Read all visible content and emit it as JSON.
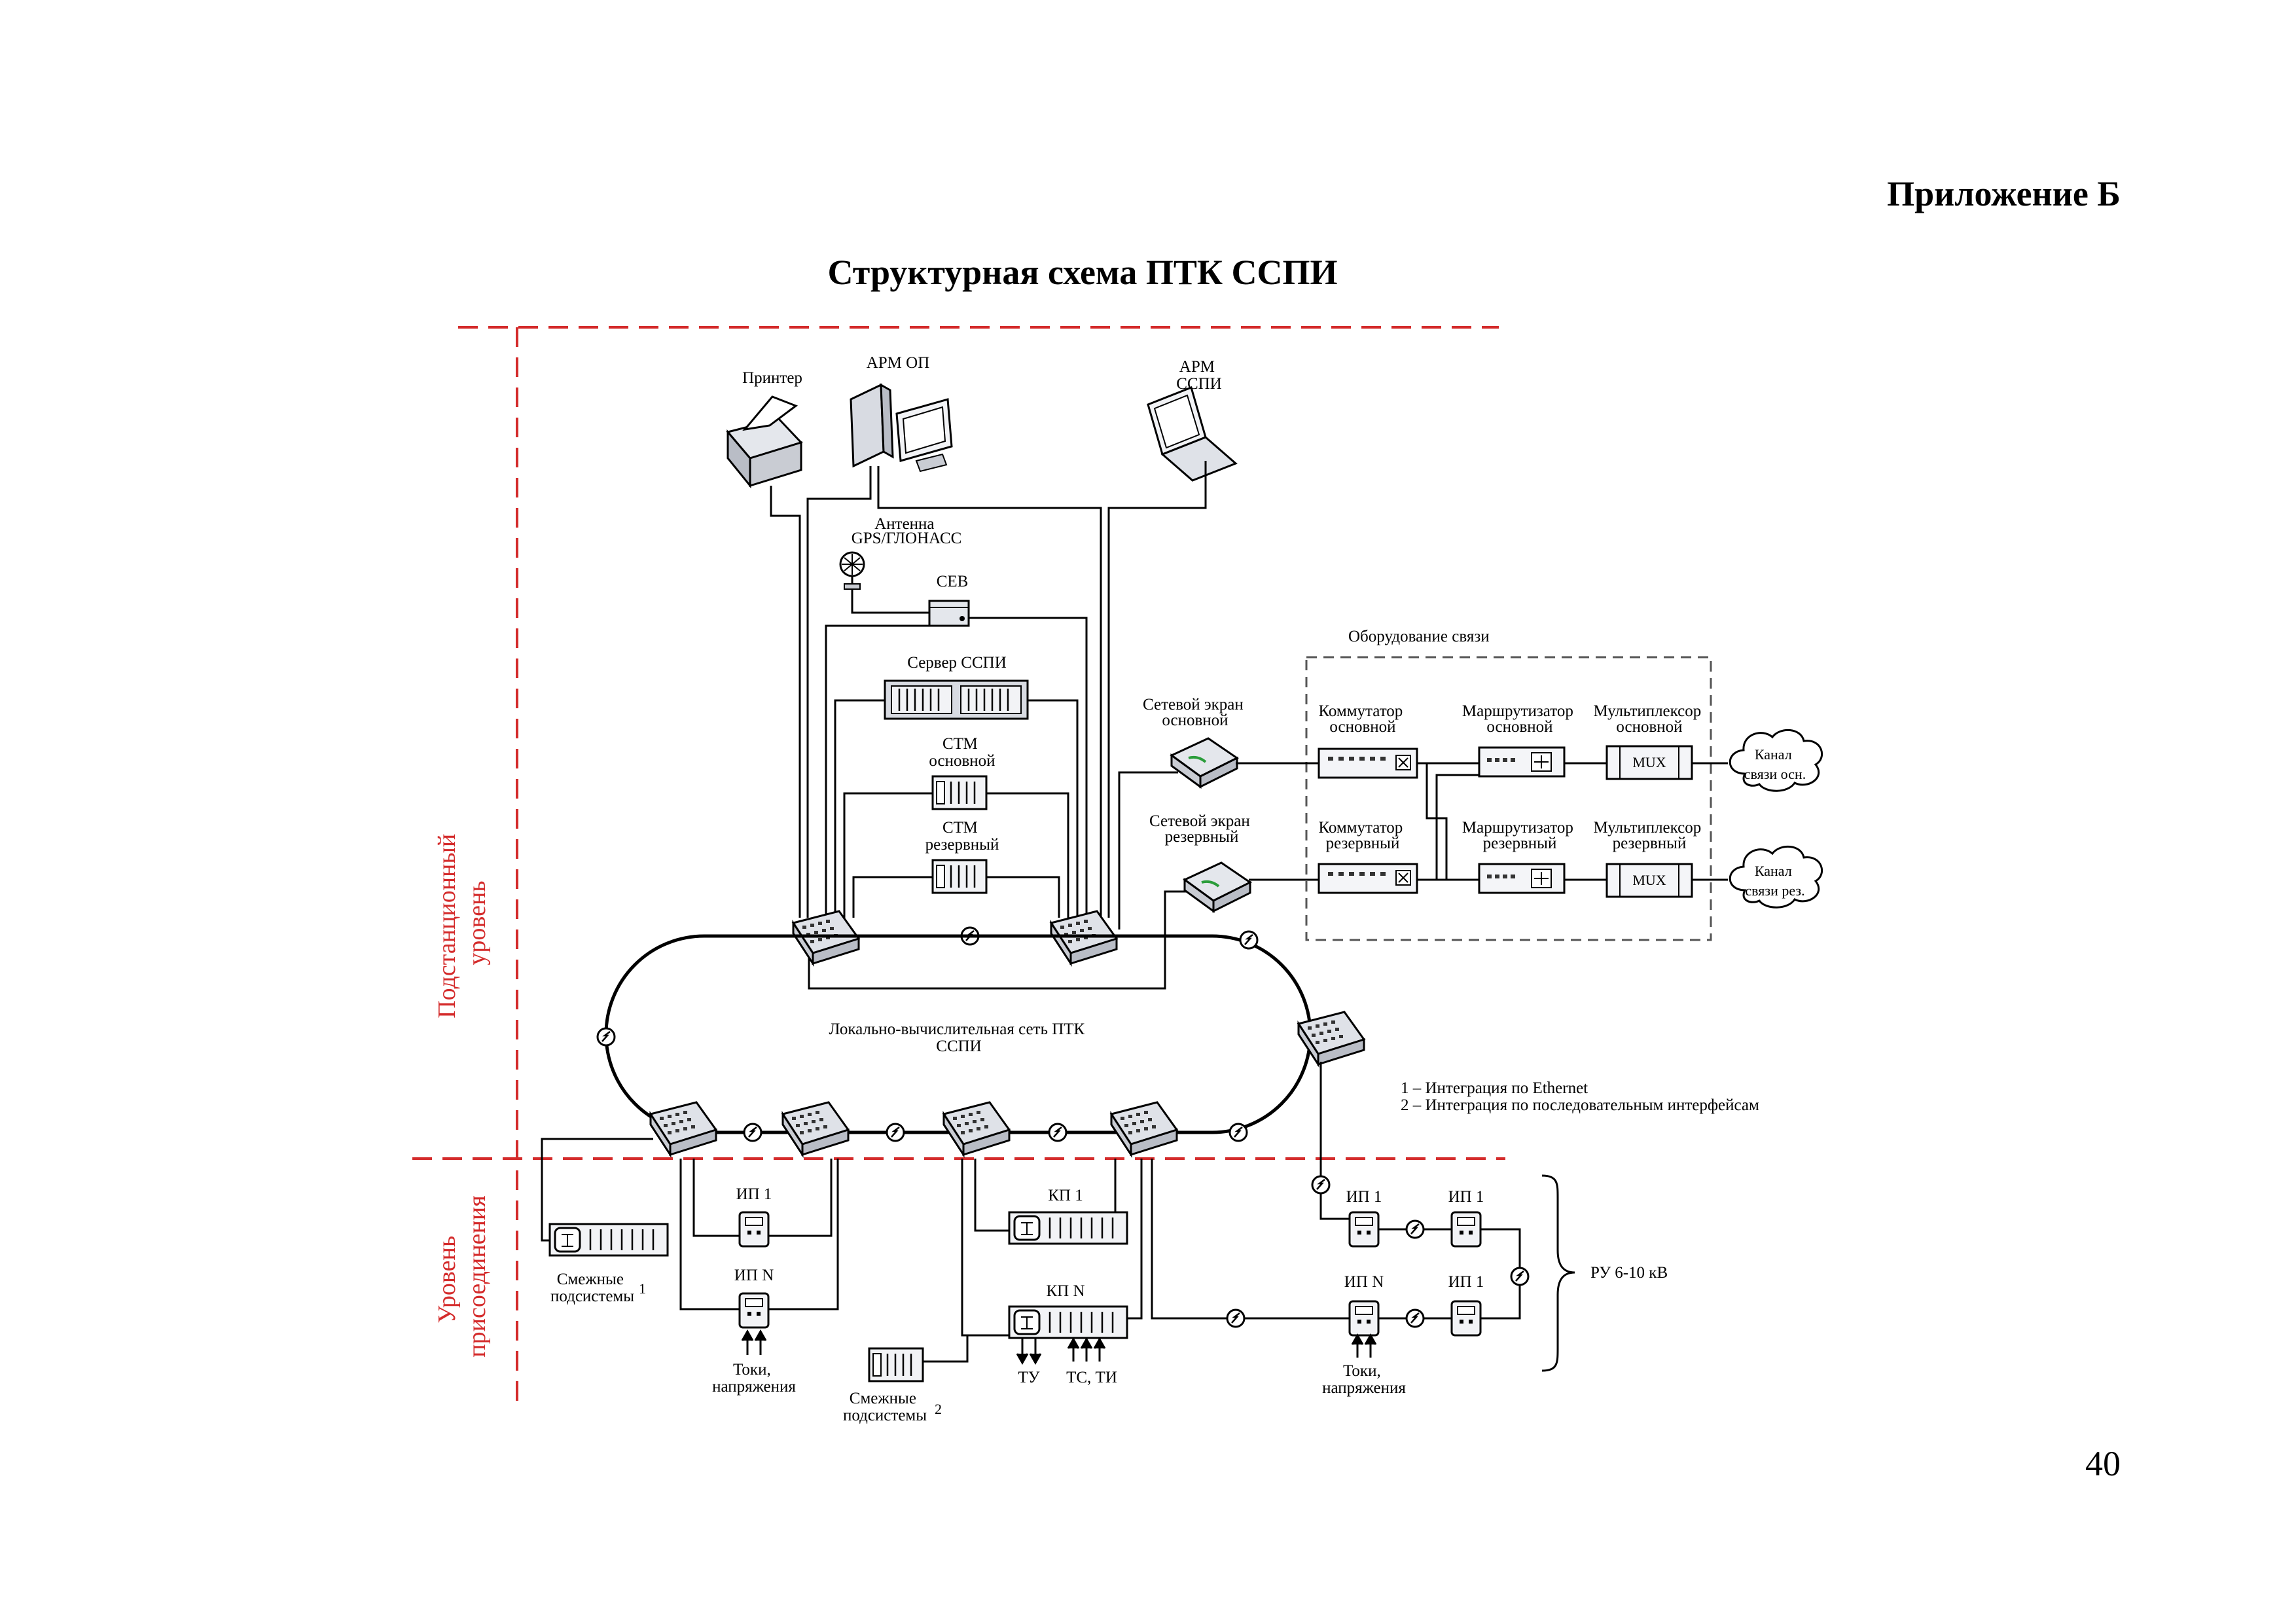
{
  "header": {
    "appendix": "Приложение Б",
    "title": "Структурная схема ПТК ССПИ",
    "page_number": "40"
  },
  "levels": {
    "substation": [
      "Подстанционный",
      "уровень"
    ],
    "connection": [
      "Уровень",
      "присоединения"
    ]
  },
  "top": {
    "printer": "Принтер",
    "arm_op": "АРМ ОП",
    "arm_sspi": [
      "АРМ",
      "ССПИ"
    ],
    "antenna": [
      "Антенна",
      "GPS/ГЛОНАСС"
    ],
    "sev": "СЕВ",
    "server": "Сервер ССПИ",
    "stm_main": [
      "СТМ",
      "основной"
    ],
    "stm_reserve": [
      "СТМ",
      "резервный"
    ]
  },
  "firewalls": {
    "main": [
      "Сетевой экран",
      "основной"
    ],
    "reserve": [
      "Сетевой экран",
      "резервный"
    ]
  },
  "comms": {
    "title": "Оборудование связи",
    "switch_main": [
      "Коммутатор",
      "основной"
    ],
    "router_main": [
      "Маршрутизатор",
      "основной"
    ],
    "mux_main": [
      "Мультиплексор",
      "основной"
    ],
    "switch_reserve": [
      "Коммутатор",
      "резервный"
    ],
    "router_reserve": [
      "Маршрутизатор",
      "резервный"
    ],
    "mux_reserve": [
      "Мультиплексор",
      "резервный"
    ],
    "mux_label": "MUX",
    "channel_main": [
      "Канал",
      "связи осн."
    ],
    "channel_reserve": [
      "Канал",
      "связи рез."
    ]
  },
  "lan": [
    "Локально-вычислительная сеть ПТК",
    "ССПИ"
  ],
  "legend": [
    "1 – Интеграция по Ethernet",
    "2 – Интеграция по последовательным интерфейсам"
  ],
  "bottom": {
    "adjacent_1": [
      "Смежные",
      "подсистемы"
    ],
    "sup_1": "1",
    "ip1_left": "ИП 1",
    "ipn_left": "ИП N",
    "currents_left": [
      "Токи,",
      "напряжения"
    ],
    "adjacent_2": [
      "Смежные",
      "подсистемы"
    ],
    "sup_2": "2",
    "kp1": "КП 1",
    "kpn": "КП N",
    "tu": "ТУ",
    "ts_ti": "ТС, ТИ",
    "ip1_r1": "ИП 1",
    "ip1_r2": "ИП 1",
    "ipn_r": "ИП N",
    "ip1_r3": "ИП 1",
    "currents_right": [
      "Токи,",
      "напряжения"
    ],
    "ru": "РУ 6-10 кВ"
  },
  "colors": {
    "level_border": "#d42b2b",
    "line": "#000000"
  }
}
